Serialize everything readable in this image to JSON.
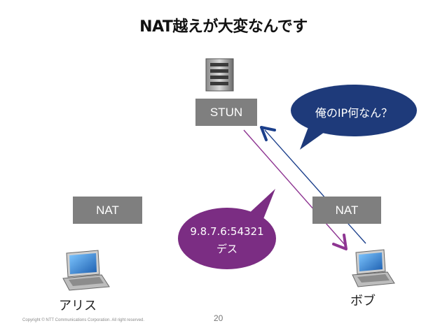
{
  "title": "NAT越えが大変なんです",
  "stun_label": "STUN",
  "nat_left_label": "NAT",
  "nat_right_label": "NAT",
  "alice_label": "アリス",
  "bob_label": "ボブ",
  "bubble_question": "俺のIP何なん？",
  "bubble_answer_line1": "9.8.7.6:54321",
  "bubble_answer_line2": "デス",
  "footer": "Copyright © NTT Communications Corporation. All right reserved.",
  "page_number": "20",
  "colors": {
    "box_gray": "#7f7f7f",
    "blue_bubble": "#1e3a7a",
    "purple_bubble": "#7b2d83",
    "blue_arrow": "#1b3f8b",
    "purple_arrow": "#8e3592"
  },
  "icons": [
    "server-icon",
    "laptop-icon"
  ]
}
